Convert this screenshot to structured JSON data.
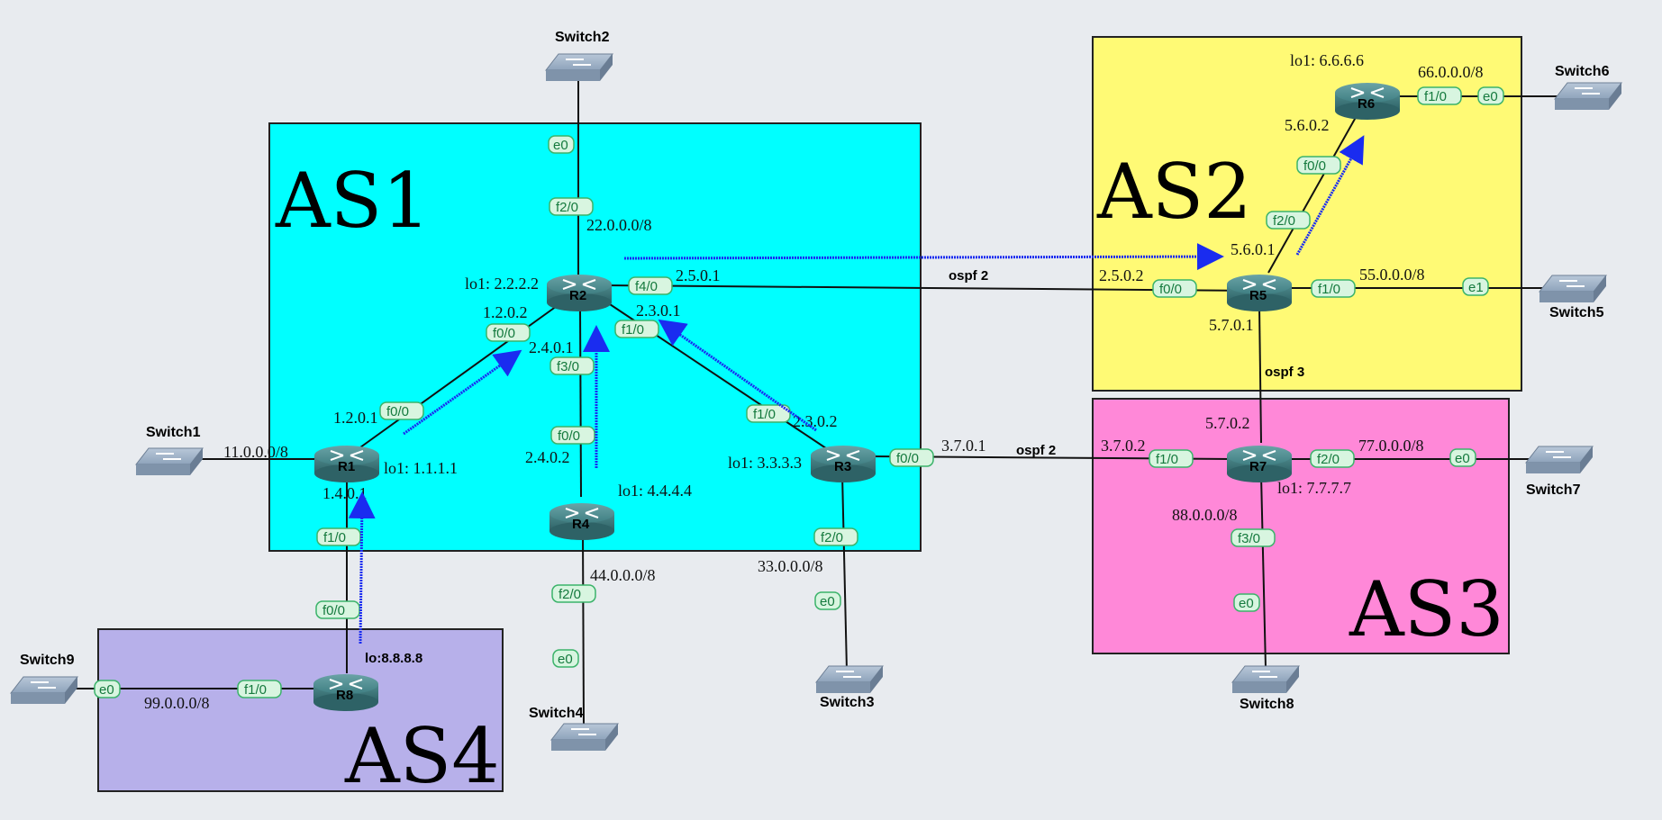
{
  "areas": {
    "as1": "AS1",
    "as2": "AS2",
    "as3": "AS3",
    "as4": "AS4"
  },
  "colors": {
    "as1_fill": "#00ffff",
    "as2_fill": "#fffa75",
    "as3_fill": "#ff88d8",
    "as4_fill": "#b7b0ea",
    "arrow": "#1a2cf0",
    "interface_border": "#3bb36a"
  },
  "routers": {
    "r1": "R1",
    "r2": "R2",
    "r3": "R3",
    "r4": "R4",
    "r5": "R5",
    "r6": "R6",
    "r7": "R7",
    "r8": "R8"
  },
  "switches": {
    "s1": "Switch1",
    "s2": "Switch2",
    "s3": "Switch3",
    "s4": "Switch4",
    "s5": "Switch5",
    "s6": "Switch6",
    "s7": "Switch7",
    "s8": "Switch8",
    "s9": "Switch9"
  },
  "loopbacks": {
    "r1": "lo1: 1.1.1.1",
    "r2": "lo1: 2.2.2.2",
    "r3": "lo1: 3.3.3.3",
    "r4": "lo1: 4.4.4.4",
    "r6": "lo1: 6.6.6.6",
    "r7": "lo1: 7.7.7.7",
    "r8": "lo:8.8.8.8"
  },
  "addresses": {
    "r2_sw2_net": "22.0.0.0/8",
    "r2_r5_a": "2.5.0.1",
    "r2_r1_a": "1.2.0.2",
    "r2_r3_a": "2.3.0.1",
    "r2_r4_a": "2.4.0.1",
    "r1_r2_a": "1.2.0.1",
    "r1_sw1_net": "11.0.0.0/8",
    "r1_r8_a": "1.4.0.1",
    "r4_r2_a": "2.4.0.2",
    "r4_sw4_net": "44.0.0.0/8",
    "r3_r2_a": "2.3.0.2",
    "r3_r7_a": "3.7.0.1",
    "r3_sw3_net": "33.0.0.0/8",
    "r6_sw6_net": "66.0.0.0/8",
    "r6_r5_a": "5.6.0.2",
    "r5_r6_a": "5.6.0.1",
    "r5_r2_a": "2.5.0.2",
    "r5_sw5_net": "55.0.0.0/8",
    "r5_r7_a": "5.7.0.1",
    "r7_r5_a": "5.7.0.2",
    "r7_r3_a": "3.7.0.2",
    "r7_sw7_net": "77.0.0.0/8",
    "r7_sw8_net": "88.0.0.0/8",
    "r8_sw9_net": "99.0.0.0/8"
  },
  "ospf_labels": {
    "r2_r5": "ospf 2",
    "r5_r7": "ospf 3",
    "r3_r7": "ospf 2"
  },
  "interfaces": {
    "sw2_e0": "e0",
    "r2_f2_0": "f2/0",
    "r2_f4_0": "f4/0",
    "r2_f0_0": "f0/0",
    "r2_f1_0": "f1/0",
    "r2_f3_0": "f3/0",
    "r1_f0_0": "f0/0",
    "r1_f1_0": "f1/0",
    "r4_f0_0": "f0/0",
    "r4_f2_0": "f2/0",
    "sw4_e0": "e0",
    "r3_f1_0": "f1/0",
    "r3_f0_0": "f0/0",
    "r3_f2_0": "f2/0",
    "sw3_e0": "e0",
    "r8_f0_0": "f0/0",
    "r8_f1_0": "f1/0",
    "sw9_e0": "e0",
    "r6_f1_0": "f1/0",
    "sw6_e0": "e0",
    "r6_f0_0": "f0/0",
    "r5_f2_0": "f2/0",
    "r5_f0_0": "f0/0",
    "r5_f1_0": "f1/0",
    "sw5_e1": "e1",
    "r7_f1_0": "f1/0",
    "r7_f2_0": "f2/0",
    "sw7_e0": "e0",
    "r7_f3_0": "f3/0",
    "sw8_e0": "e0"
  }
}
